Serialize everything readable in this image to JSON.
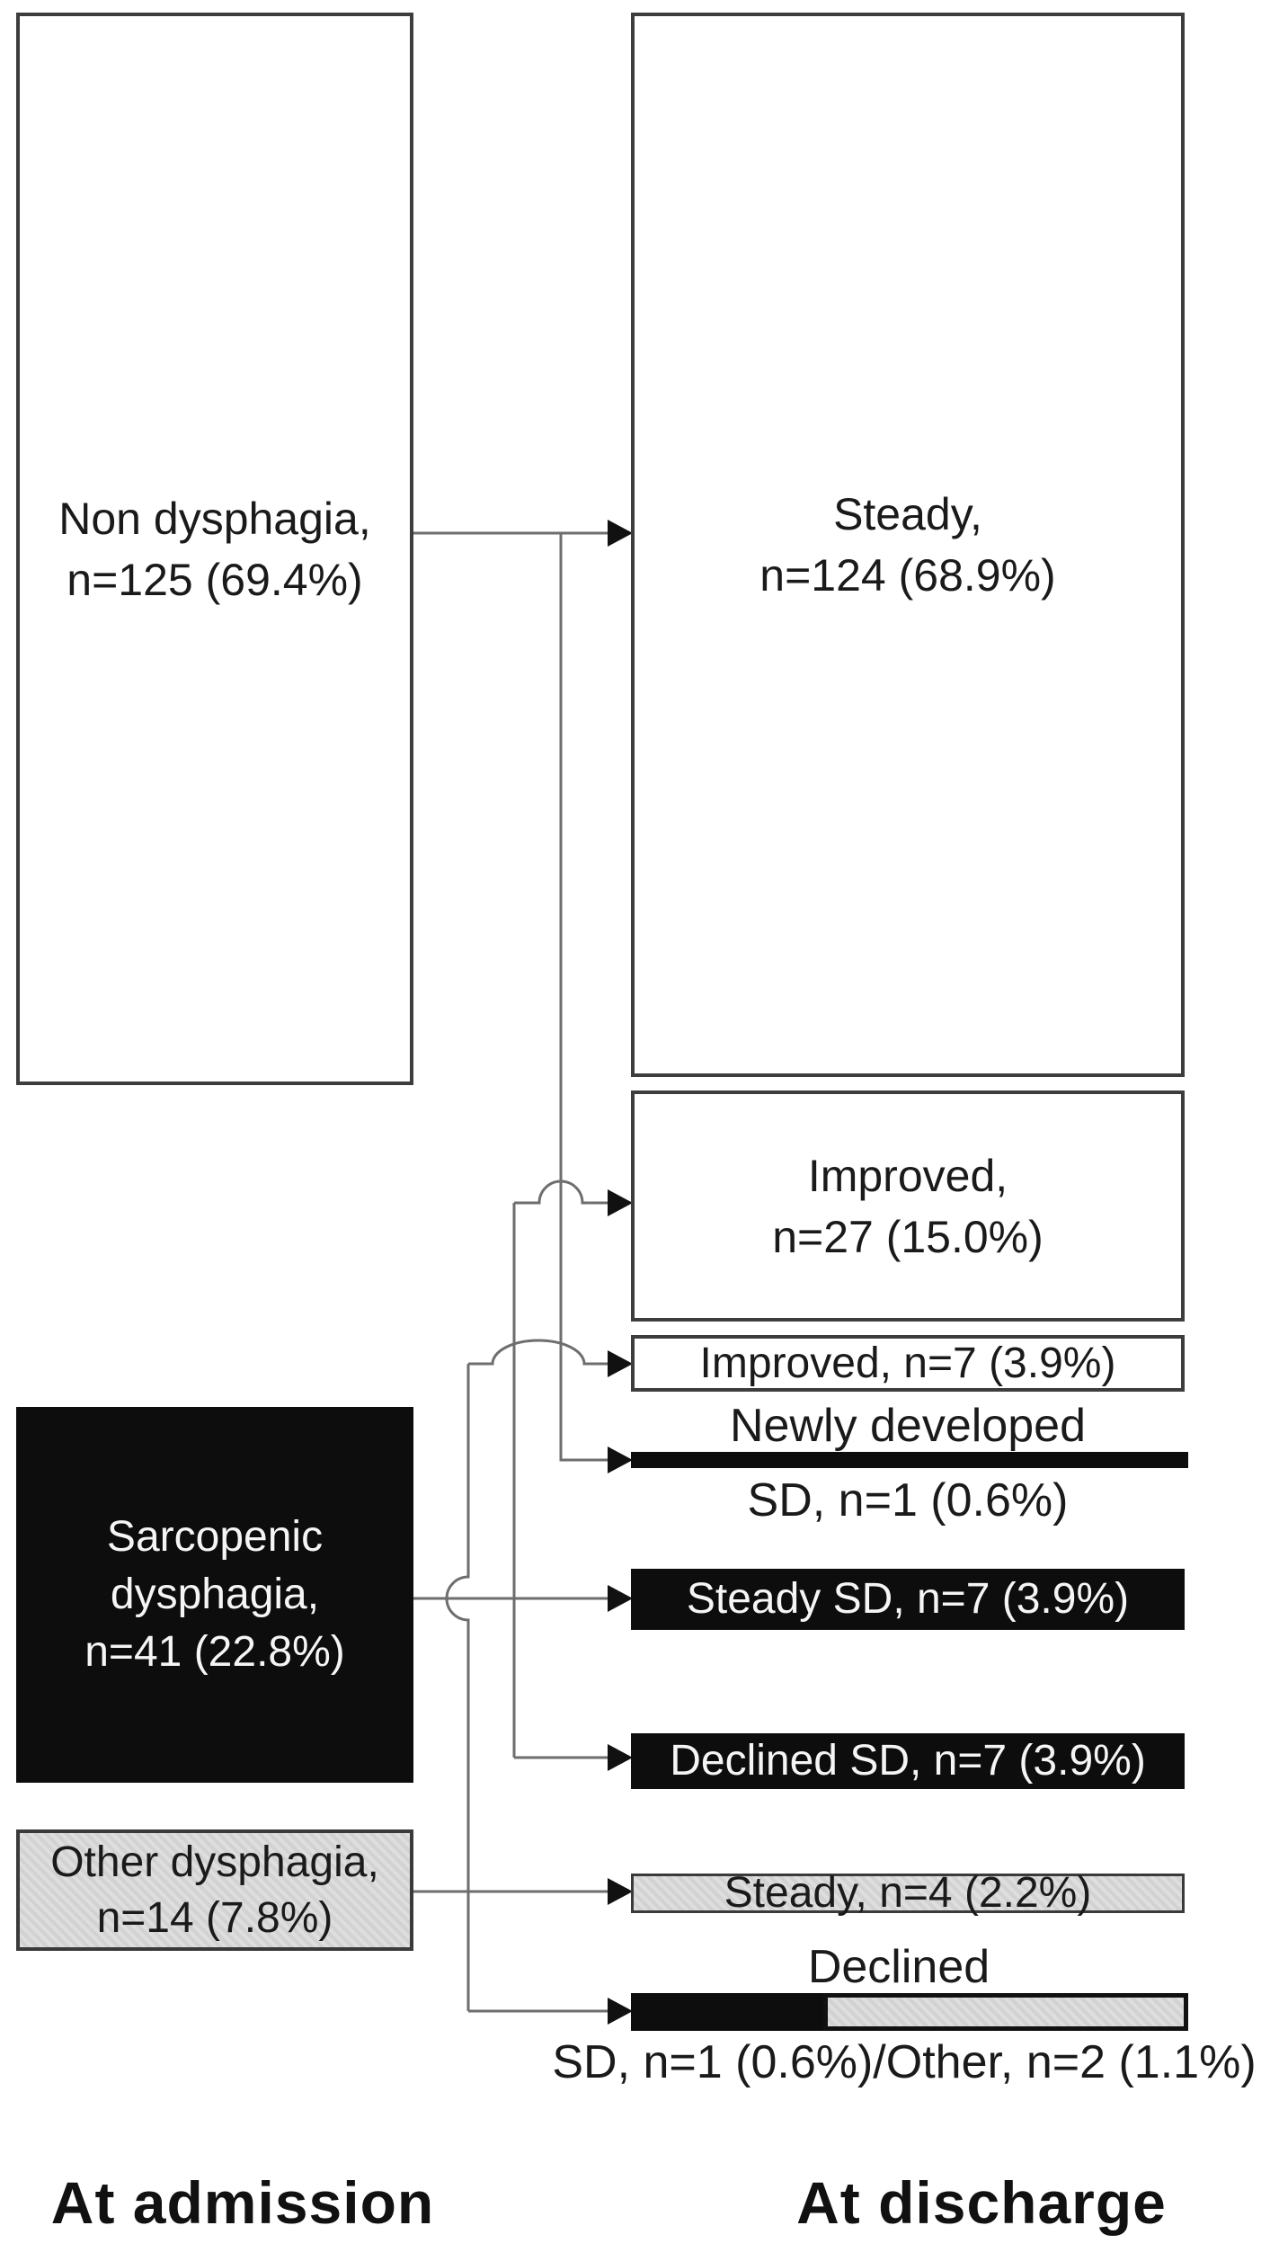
{
  "colors": {
    "background": "#ffffff",
    "box_border": "#3d3d3d",
    "connector_line": "#6e6e6e",
    "arrowhead": "#111111",
    "black_fill": "#0d0d0d",
    "gray_fill": "#d9d9d9",
    "text": "#1a1a1a",
    "text_on_black": "#f5f5f5"
  },
  "admission": {
    "column_label": "At admission",
    "non_dysphagia": {
      "line1": "Non dysphagia,",
      "line2": "n=125 (69.4%)"
    },
    "sarcopenic": {
      "line1": "Sarcopenic",
      "line2": "dysphagia,",
      "line3": "n=41 (22.8%)"
    },
    "other": {
      "line1": "Other dysphagia,",
      "line2": "n=14 (7.8%)"
    }
  },
  "discharge": {
    "column_label": "At discharge",
    "steady": {
      "line1": "Steady,",
      "line2": "n=124 (68.9%)"
    },
    "improved_major": {
      "line1": "Improved,",
      "line2": "n=27 (15.0%)"
    },
    "improved_minor": {
      "label": "Improved, n=7 (3.9%)"
    },
    "newly_developed_sd": {
      "text_above": "Newly developed",
      "text_below": "SD, n=1 (0.6%)"
    },
    "steady_sd": {
      "label": "Steady SD, n=7 (3.9%)"
    },
    "declined_sd": {
      "label": "Declined SD, n=7 (3.9%)"
    },
    "steady_other": {
      "label": "Steady, n=4 (2.2%)"
    },
    "declined_split": {
      "text_above": "Declined",
      "text_below": "SD, n=1 (0.6%)/Other, n=2 (1.1%)"
    }
  },
  "flows": [
    {
      "from": "Non dysphagia",
      "to": "Steady"
    },
    {
      "from": "Non dysphagia",
      "to": "Newly developed SD"
    },
    {
      "from": "Sarcopenic dysphagia",
      "to": "Improved n=27"
    },
    {
      "from": "Sarcopenic dysphagia",
      "to": "Steady SD"
    },
    {
      "from": "Sarcopenic dysphagia",
      "to": "Declined SD"
    },
    {
      "from": "Other dysphagia",
      "to": "Improved n=7"
    },
    {
      "from": "Other dysphagia",
      "to": "Steady n=4"
    },
    {
      "from": "Other dysphagia",
      "to": "Declined SD/Other"
    }
  ]
}
